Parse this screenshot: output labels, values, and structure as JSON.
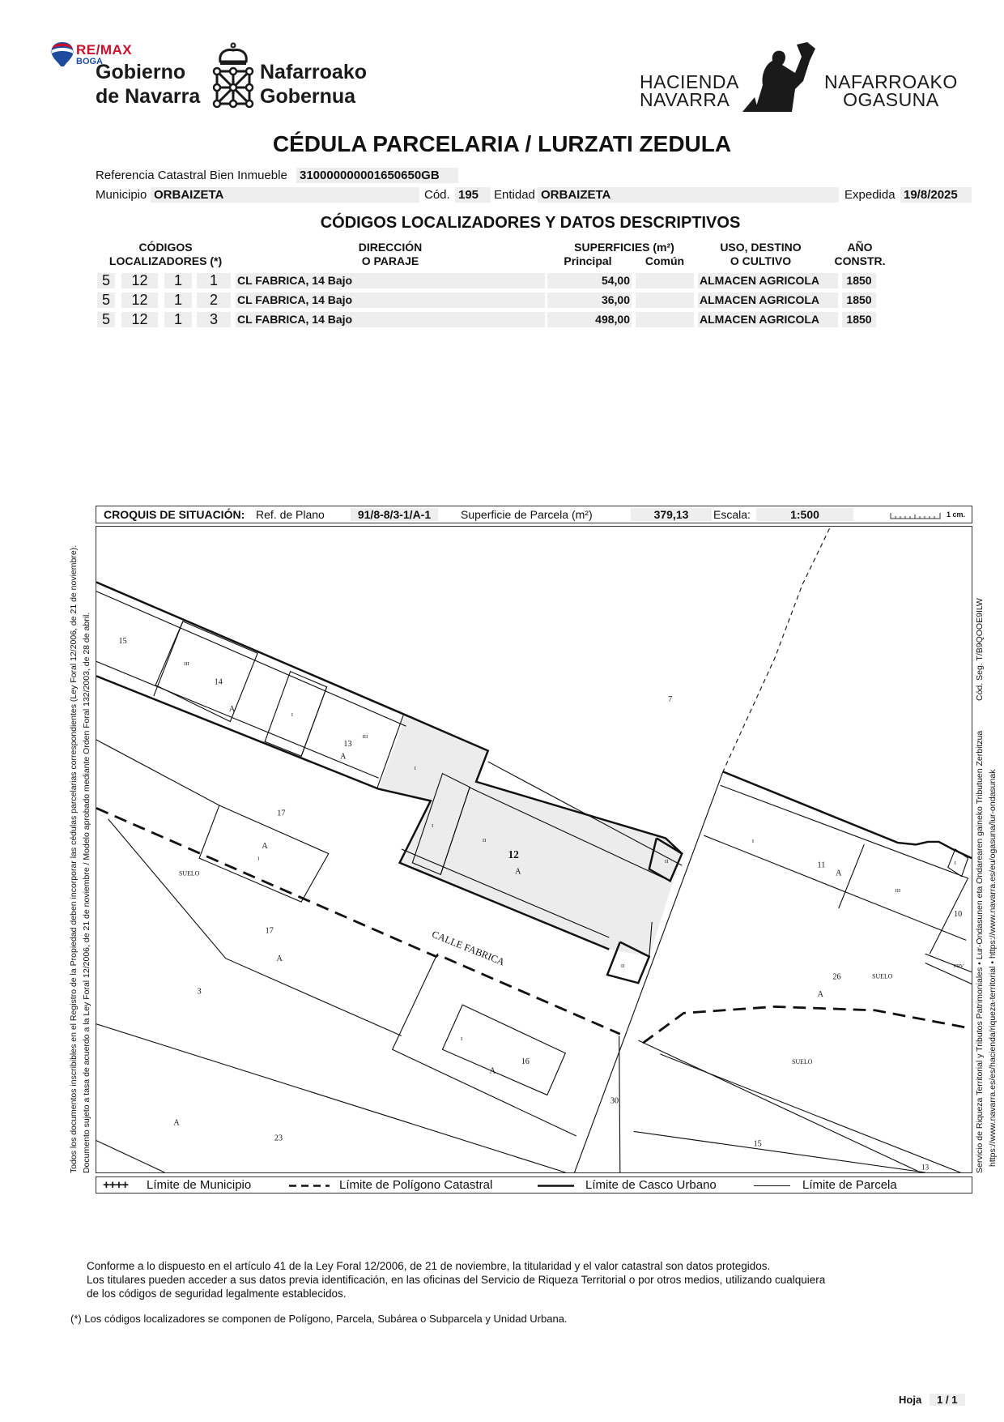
{
  "branding": {
    "remax": "RE/MAX",
    "remax_sub": "BOGA",
    "gob_es_line1": "Gobierno",
    "gob_es_line2": "de Navarra",
    "gob_eu_line1": "Nafarroako",
    "gob_eu_line2": "Gobernua",
    "hacienda_es_line1": "HACIENDA",
    "hacienda_es_line2": "NAVARRA",
    "hacienda_eu_line1": "NAFARROAKO",
    "hacienda_eu_line2": "OGASUNA"
  },
  "title": "CÉDULA PARCELARIA / LURZATI ZEDULA",
  "header": {
    "ref_label": "Referencia Catastral Bien Inmueble",
    "ref_value": "310000000001650650GB",
    "municipio_label": "Municipio",
    "municipio_value": "ORBAIZETA",
    "cod_label": "Cód.",
    "cod_value": "195",
    "entidad_label": "Entidad",
    "entidad_value": "ORBAIZETA",
    "expedida_label": "Expedida",
    "expedida_value": "19/8/2025"
  },
  "section_title": "CÓDIGOS LOCALIZADORES Y DATOS DESCRIPTIVOS",
  "table": {
    "headers": {
      "codigos_1": "CÓDIGOS",
      "codigos_2": "LOCALIZADORES (*)",
      "direccion_1": "DIRECCIÓN",
      "direccion_2": "O PARAJE",
      "superficies": "SUPERFICIES (m²)",
      "principal": "Principal",
      "comun": "Común",
      "uso_1": "USO, DESTINO",
      "uso_2": "O CULTIVO",
      "anio_1": "AÑO",
      "anio_2": "CONSTR."
    },
    "rows": [
      {
        "poligono": "5",
        "parcela": "12",
        "subarea": "1",
        "unidad": "1",
        "direccion": "CL FABRICA, 14 Bajo",
        "principal": "54,00",
        "comun": "",
        "uso": "ALMACEN AGRICOLA",
        "anio": "1850"
      },
      {
        "poligono": "5",
        "parcela": "12",
        "subarea": "1",
        "unidad": "2",
        "direccion": "CL FABRICA, 14 Bajo",
        "principal": "36,00",
        "comun": "",
        "uso": "ALMACEN AGRICOLA",
        "anio": "1850"
      },
      {
        "poligono": "5",
        "parcela": "12",
        "subarea": "1",
        "unidad": "3",
        "direccion": "CL FABRICA, 14 Bajo",
        "principal": "498,00",
        "comun": "",
        "uso": "ALMACEN AGRICOLA",
        "anio": "1850"
      }
    ]
  },
  "croquis": {
    "label": "CROQUIS DE SITUACIÓN:",
    "ref_plano_label": "Ref. de Plano",
    "ref_plano_value": "91/8-8/3-1/A-1",
    "superficie_label": "Superficie de Parcela (m²)",
    "superficie_value": "379,13",
    "escala_label": "Escala:",
    "escala_value": "1:500",
    "scale_bar_label": "1 cm."
  },
  "map_labels": {
    "p15a": "15",
    "p14": "14",
    "p13a": "13",
    "p12": "12",
    "p11": "11",
    "p10": "10",
    "p7": "7",
    "p17a": "17",
    "p17b": "17",
    "p3": "3",
    "p23": "23",
    "p16": "16",
    "p30": "30",
    "p15b": "15",
    "p26": "26",
    "p13b": "13",
    "suelo": "SUELO",
    "street": "CALLE FABRICA",
    "a": "A",
    "i": "I",
    "ii": "II",
    "iii": "III",
    "prv": "PRV"
  },
  "legend": {
    "municipio": "Límite de Municipio",
    "poligono": "Límite de Polígono Catastral",
    "casco": "Límite de Casco Urbano",
    "parcela": "Límite de Parcela"
  },
  "side_left": {
    "line1": "Todos los documentos inscribibles en el Registro de la Propiedad deben incorporar las cédulas parcelarias correspondientes (Ley Foral 12/2006, de 21 de noviembre).",
    "line2": "Documento sujeto a tasa de acuerdo a la Ley Foral 12/2006, de 21 de noviembre / Modelo aprobado mediante Orden Foral 132/2003, de 28 de abril."
  },
  "side_right": {
    "line1": "Servicio de Riqueza Territorial y Tributos Patrimoniales • Lur-Ondasunen eta Ondarearen gaineko Tributuen Zerbitzua",
    "cod_seg": "Cód. Seg. T/B9QOOE9ILW",
    "line2": "https://www.navarra.es/es/hacienda/riqueza-territorial • https://www.navarra.es/eu/ogasuna/lur-ondasunak"
  },
  "footer": {
    "para1": "Conforme a lo dispuesto en el artículo 41 de la Ley Foral 12/2006, de 21 de noviembre, la titularidad y el valor catastral son datos protegidos.",
    "para2": "Los titulares pueden acceder a sus datos previa identificación, en las oficinas del Servicio de Riqueza Territorial o por otros medios, utilizando cualquiera",
    "para3": "de los códigos de seguridad legalmente establecidos.",
    "note": "(*) Los códigos localizadores se componen de Polígono, Parcela, Subárea o Subparcela y Unidad Urbana.",
    "hoja_label": "Hoja",
    "hoja_value": "1 / 1"
  }
}
